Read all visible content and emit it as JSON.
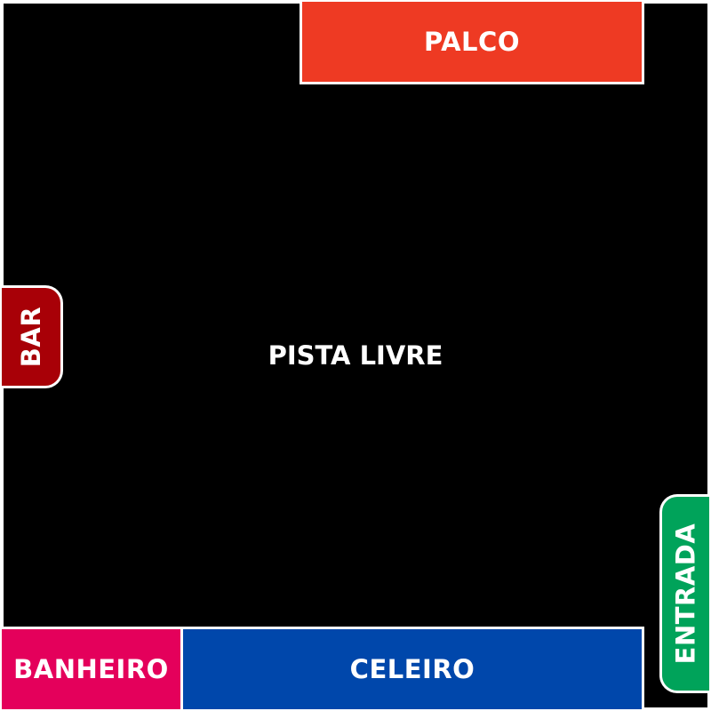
{
  "zones": {
    "palco": {
      "label": "PALCO",
      "color": "#ee3a23"
    },
    "bar": {
      "label": "BAR",
      "color": "#a80007"
    },
    "entrada": {
      "label": "ENTRADA",
      "color": "#00a35a"
    },
    "banheiro": {
      "label": "BANHEIRO",
      "color": "#e4005b"
    },
    "celeiro": {
      "label": "CELEIRO",
      "color": "#0047ab"
    }
  },
  "floor": {
    "label": "PISTA LIVRE",
    "color": "#000000"
  },
  "colors": {
    "outline": "#ffffff",
    "text": "#ffffff"
  }
}
